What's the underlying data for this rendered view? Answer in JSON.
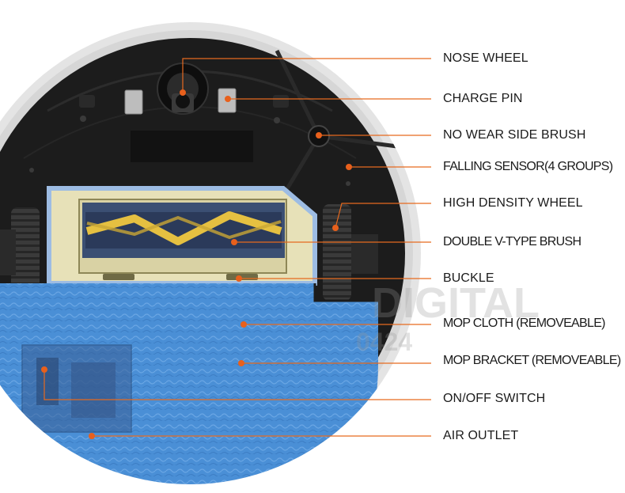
{
  "watermark": {
    "line1": "DIGITAL",
    "line2": "0424"
  },
  "colors": {
    "leader": "#e66a1f",
    "dot": "#e8601c",
    "mop": "#4a8fd6",
    "dustbin": "#e7e1b8",
    "body": "#1c1c1c",
    "shell": "#e4e4e4"
  },
  "callouts": [
    {
      "id": "nose-wheel",
      "label": "NOSE WHEEL"
    },
    {
      "id": "charge-pin",
      "label": "CHARGE PIN"
    },
    {
      "id": "side-brush",
      "label": "NO WEAR SIDE BRUSH"
    },
    {
      "id": "falling-sensor",
      "label": "FALLING SENSOR(4 GROUPS)"
    },
    {
      "id": "high-density-wheel",
      "label": "HIGH DENSITY WHEEL"
    },
    {
      "id": "v-brush",
      "label": "DOUBLE V-TYPE BRUSH"
    },
    {
      "id": "buckle",
      "label": "BUCKLE"
    },
    {
      "id": "mop-cloth",
      "label": "MOP CLOTH (REMOVEABLE)"
    },
    {
      "id": "mop-bracket",
      "label": "MOP BRACKET (REMOVEABLE)"
    },
    {
      "id": "on-off-switch",
      "label": "ON/OFF SWITCH"
    },
    {
      "id": "air-outlet",
      "label": "AIR OUTLET"
    }
  ]
}
